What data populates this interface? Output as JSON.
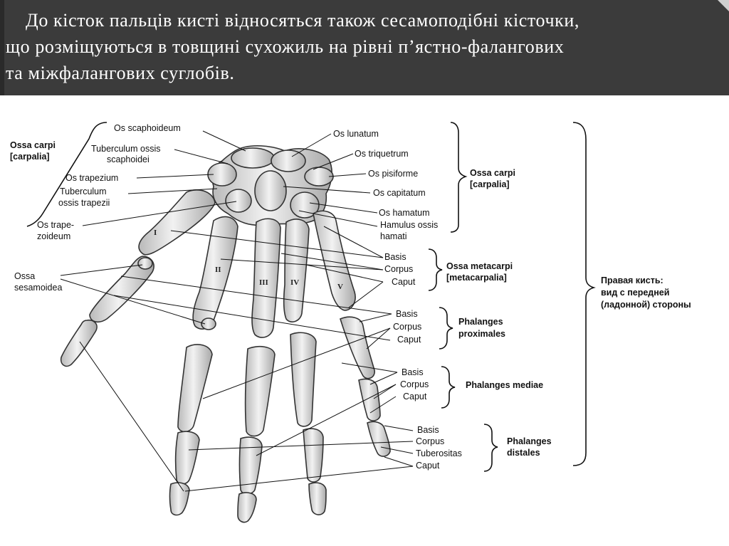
{
  "slide": {
    "heading_lines": [
      "До кісток пальців кисті відносяться також сесамоподібні кісточки,",
      "що розміщуються в товщині сухожиль на рівні п’ястно-фалангових",
      "та міжфалангових суглобів."
    ]
  },
  "diagram": {
    "left_group": {
      "line1": "Ossa carpi",
      "line2": "[carpalia]"
    },
    "left_labels": {
      "os_scaphoideum": "Os scaphoideum",
      "tuberculum_scaphoidei_1": "Tuberculum ossis",
      "tuberculum_scaphoidei_2": "scaphoidei",
      "os_trapezium": "Os trapezium",
      "tuberculum_trapezii_1": "Tuberculum",
      "tuberculum_trapezii_2": "ossis trapezii",
      "os_trapezoideum_1": "Os trape-",
      "os_trapezoideum_2": "zoideum",
      "ossa_sesamoidea_1": "Ossa",
      "ossa_sesamoidea_2": "sesamoidea"
    },
    "carpal_labels": {
      "os_lunatum": "Os lunatum",
      "os_triquetrum": "Os triquetrum",
      "os_pisiforme": "Os pisiforme",
      "os_capitatum": "Os capitatum",
      "os_hamatum": "Os hamatum",
      "hamulus_1": "Hamulus ossis",
      "hamulus_2": "hamati"
    },
    "groups": {
      "ossa_carpi_1": "Ossa carpi",
      "ossa_carpi_2": "[carpalia]",
      "metacarpi_1": "Ossa metacarpi",
      "metacarpi_2": "[metacarpalia]",
      "proximales_1": "Phalanges",
      "proximales_2": "proximales",
      "mediae": "Phalanges mediae",
      "distales_1": "Phalanges",
      "distales_2": "distales"
    },
    "parts": {
      "basis": "Basis",
      "corpus": "Corpus",
      "caput": "Caput",
      "tuberositas": "Tuberositas"
    },
    "side_caption": {
      "line1": "Правая кисть:",
      "line2": "вид с передней",
      "line3": "(ладонной) стороны"
    },
    "roman": [
      "I",
      "II",
      "III",
      "IV",
      "V"
    ]
  }
}
